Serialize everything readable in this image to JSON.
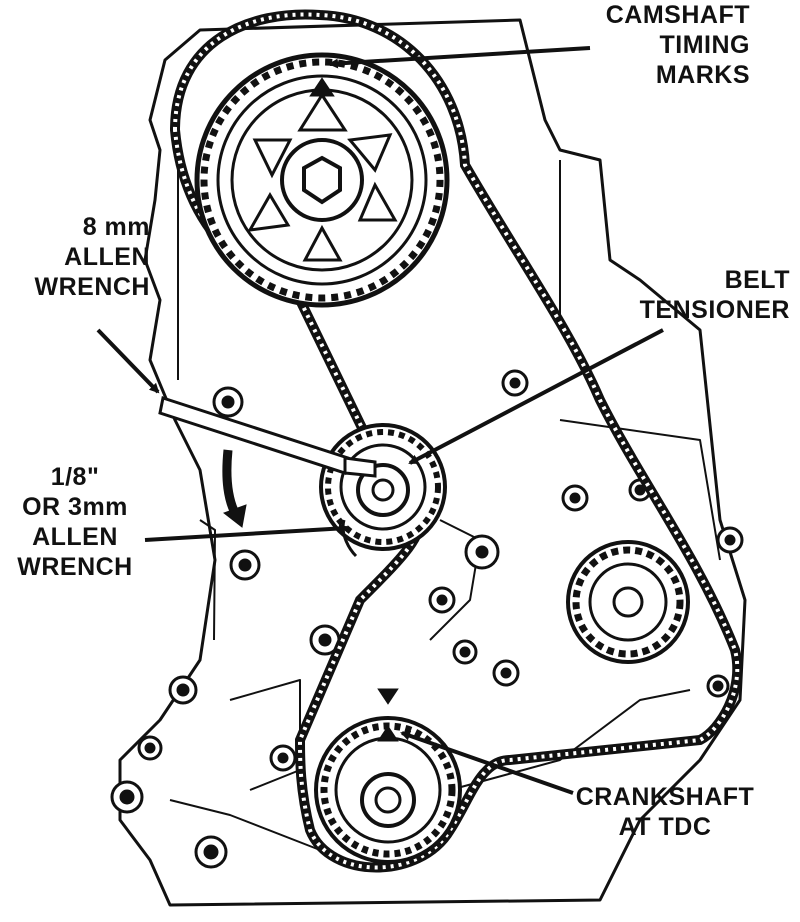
{
  "labels": {
    "camshaft": [
      "CAMSHAFT",
      "TIMING",
      "MARKS"
    ],
    "allen8": [
      "8 mm",
      "ALLEN",
      "WRENCH"
    ],
    "tensioner": [
      "BELT",
      "TENSIONER"
    ],
    "allen3": [
      "1/8\"",
      "OR 3mm",
      "ALLEN",
      "WRENCH"
    ],
    "crankshaft": [
      "CRANKSHAFT",
      "AT TDC"
    ]
  },
  "colors": {
    "ink": "#111111",
    "paper": "#ffffff"
  }
}
